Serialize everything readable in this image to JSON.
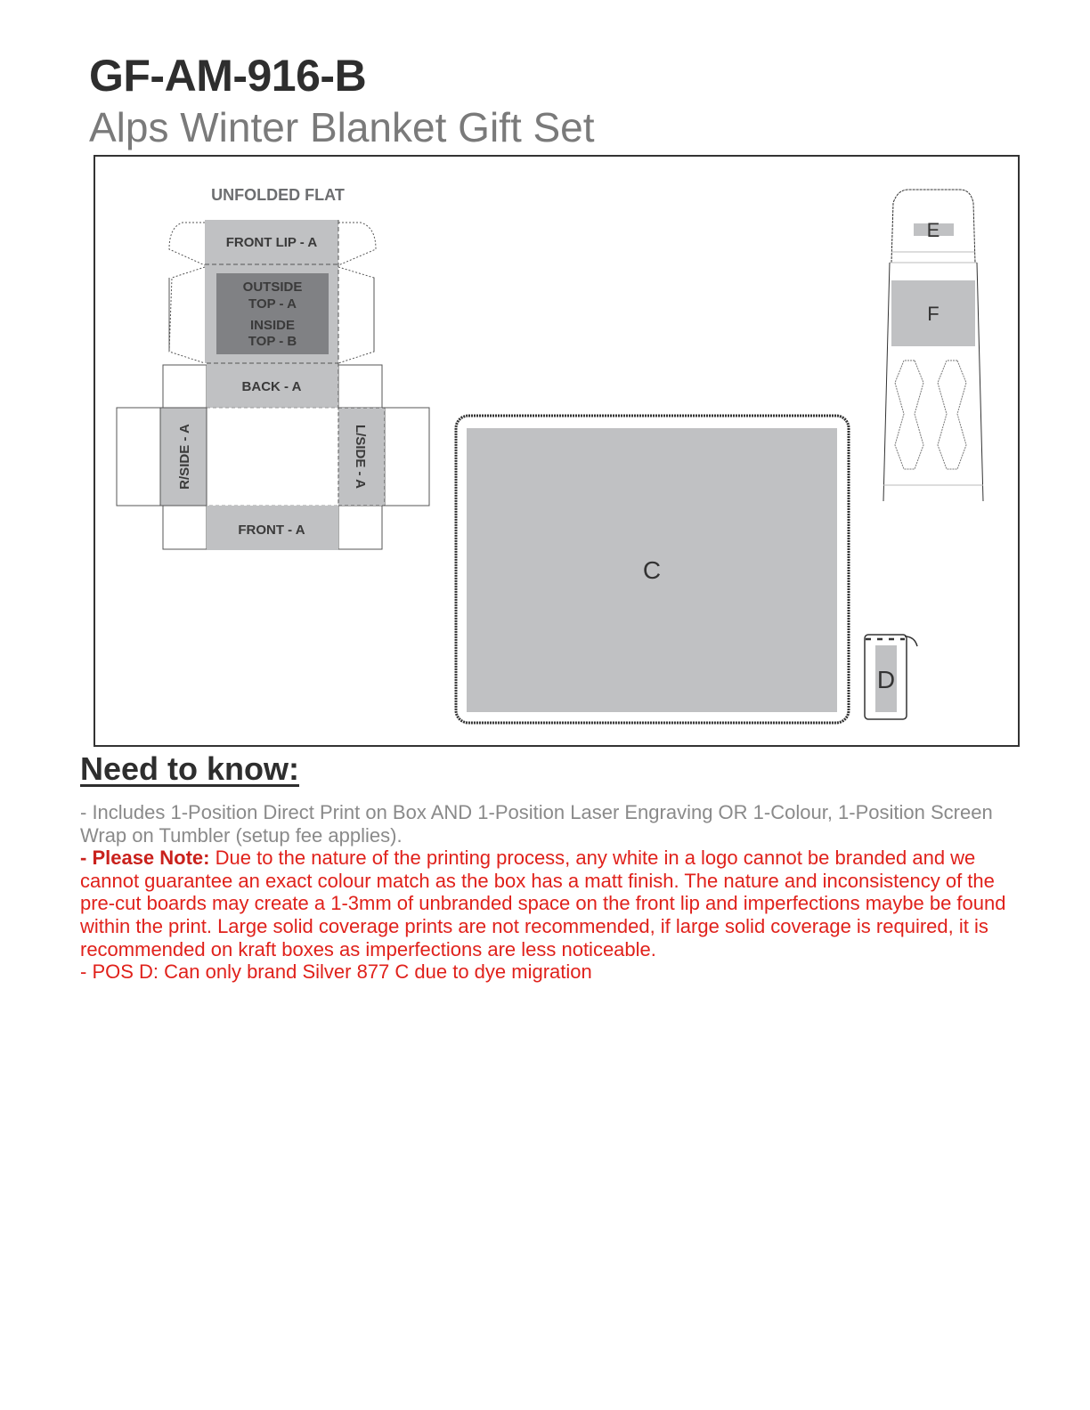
{
  "header": {
    "product_code": "GF-AM-916-B",
    "product_name": "Alps Winter Blanket Gift Set"
  },
  "diagram": {
    "unfolded_label": "UNFOLDED FLAT",
    "front_lip": "FRONT LIP - A",
    "outside_top_1": "OUTSIDE",
    "outside_top_2": "TOP - A",
    "inside_top_1": "INSIDE",
    "inside_top_2": "TOP - B",
    "back": "BACK - A",
    "rside": "R/SIDE - A",
    "lside": "L/SIDE - A",
    "front": "FRONT - A",
    "pos_c": "C",
    "pos_d": "D",
    "pos_e": "E",
    "pos_f": "F",
    "colors": {
      "panel": "#c0c1c3",
      "dark_panel": "#808184",
      "line": "#333333"
    }
  },
  "need_to_know": {
    "heading": "Need to know:",
    "line1": "- Includes 1-Position Direct Print on Box AND 1-Position Laser Engraving OR 1-Colour, 1-Position Screen Wrap on Tumbler (setup fee applies).",
    "note_label": "- Please Note:",
    "note_text": " Due to the nature of the printing process, any white in a logo cannot be branded and we cannot guarantee an exact colour match as the box has a matt finish. The nature and inconsistency of the pre-cut boards may create a 1-3mm of unbranded space on the front lip and imperfections maybe be found within the print. Large solid coverage prints are not recommended, if large solid coverage is required, it is recommended on kraft boxes as imperfections are less noticeable.",
    "line3": "- POS D: Can only brand Silver 877 C due to dye migration"
  }
}
